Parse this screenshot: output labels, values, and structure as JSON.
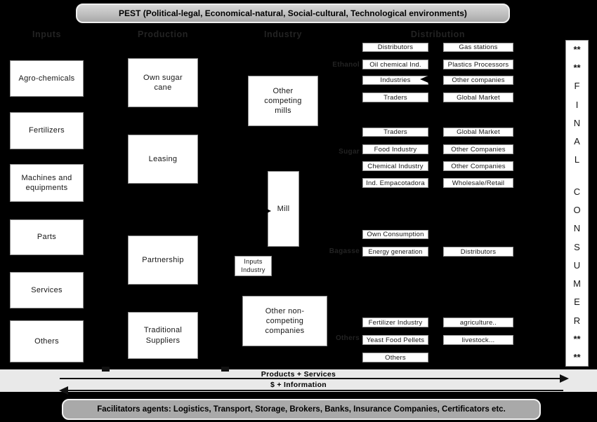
{
  "pest_banner": "PEST (Political-legal, Economical-natural, Social-cultural, Technological environments)",
  "headers": {
    "inputs": "Inputs",
    "production": "Production",
    "industry": "Industry",
    "distribution": "Distribution"
  },
  "inputs_boxes": [
    "Agro-chemicals",
    "Fertilizers",
    "Machines and equipments",
    "Parts",
    "Services",
    "Others"
  ],
  "production_boxes": [
    "Own sugar cane",
    "Leasing",
    "Partnership",
    "Traditional Suppliers"
  ],
  "industry_boxes": {
    "competing_mills": "Other competing mills",
    "mill": "Mill",
    "inputs_industry": "Inputs Industry",
    "non_competing": "Other non-competing companies"
  },
  "distribution_groups": [
    {
      "label": "Ethanol",
      "left": [
        "Distributors",
        "Oil chemical Ind.",
        "Industries",
        "Traders"
      ],
      "right": [
        "Gas stations",
        "Plastics Processors",
        "Other companies",
        "Global Market"
      ]
    },
    {
      "label": "Sugar",
      "left": [
        "Traders",
        "Food Industry",
        "Chemical Industry",
        "Ind. Empacotadora"
      ],
      "right": [
        "Global Market",
        "Other Companies",
        "Other Companies",
        "Wholesale/Retail"
      ]
    },
    {
      "label": "Bagasse",
      "left": [
        "Own Consumption",
        "Energy generation"
      ],
      "right": [
        "Distributors"
      ]
    },
    {
      "label": "Others",
      "left": [
        "Fertilizer Industry",
        "Yeast Food Pellets",
        "Others"
      ],
      "right": [
        "agriculture..",
        "livestock..."
      ]
    }
  ],
  "final_consumer": [
    "**",
    "**",
    "F",
    "I",
    "N",
    "A",
    "L",
    "",
    "C",
    "O",
    "N",
    "S",
    "U",
    "M",
    "E",
    "R",
    "**",
    "**"
  ],
  "flow_arrows": {
    "products": "Products + Services",
    "information": "$ + Information"
  },
  "facilitators_banner": "Facilitators agents: Logistics, Transport, Storage, Brokers, Banks, Insurance Companies, Certificators etc.",
  "colors": {
    "background": "#000000",
    "box_fill": "#ffffff",
    "banner_fill": "#a9a9a9",
    "band_fill": "#e9e9e9",
    "dim_label": "#232323"
  }
}
